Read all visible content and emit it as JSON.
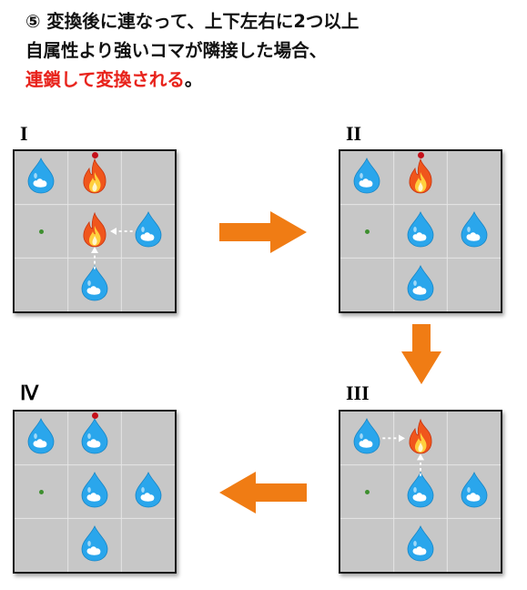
{
  "heading": {
    "line1": "⑤ 変換後に連なって、上下左右に2つ以上",
    "line2": "自属性より強いコマが隣接した場合、",
    "line3_red": "連鎖して変換される",
    "line3_tail": "。"
  },
  "colors": {
    "board_bg": "#c7c7c7",
    "grid_line": "#e6e6e6",
    "arrow": "#f07c14",
    "heading_red": "#e8221b",
    "water": "#2aa6ec",
    "fire": "#f0561c",
    "green_dot": "#3e8f2f",
    "marker": "#c4101a"
  },
  "icons": {
    "water": "water-drop-icon",
    "fire": "fire-icon"
  },
  "stages": [
    {
      "label": "I",
      "pieces": [
        {
          "row": 0,
          "col": 0,
          "type": "water"
        },
        {
          "row": 0,
          "col": 1,
          "type": "fire"
        },
        {
          "row": 1,
          "col": 1,
          "type": "fire"
        },
        {
          "row": 1,
          "col": 2,
          "type": "water"
        },
        {
          "row": 2,
          "col": 1,
          "type": "water"
        }
      ],
      "dots": [
        {
          "row": 1,
          "col": 0
        }
      ],
      "markers": [
        {
          "row": 0,
          "col": 1
        }
      ],
      "influence_arrows": [
        {
          "from": [
            1,
            2
          ],
          "to": [
            1,
            1
          ]
        },
        {
          "from": [
            2,
            1
          ],
          "to": [
            1,
            1
          ]
        }
      ]
    },
    {
      "label": "II",
      "pieces": [
        {
          "row": 0,
          "col": 0,
          "type": "water"
        },
        {
          "row": 0,
          "col": 1,
          "type": "fire"
        },
        {
          "row": 1,
          "col": 1,
          "type": "water"
        },
        {
          "row": 1,
          "col": 2,
          "type": "water"
        },
        {
          "row": 2,
          "col": 1,
          "type": "water"
        }
      ],
      "dots": [
        {
          "row": 1,
          "col": 0
        }
      ],
      "markers": [
        {
          "row": 0,
          "col": 1
        }
      ],
      "influence_arrows": []
    },
    {
      "label": "III",
      "pieces": [
        {
          "row": 0,
          "col": 0,
          "type": "water"
        },
        {
          "row": 0,
          "col": 1,
          "type": "fire"
        },
        {
          "row": 1,
          "col": 1,
          "type": "water"
        },
        {
          "row": 1,
          "col": 2,
          "type": "water"
        },
        {
          "row": 2,
          "col": 1,
          "type": "water"
        }
      ],
      "dots": [
        {
          "row": 1,
          "col": 0
        }
      ],
      "markers": [],
      "influence_arrows": [
        {
          "from": [
            0,
            0
          ],
          "to": [
            0,
            1
          ]
        },
        {
          "from": [
            1,
            1
          ],
          "to": [
            0,
            1
          ]
        }
      ]
    },
    {
      "label": "Ⅳ",
      "pieces": [
        {
          "row": 0,
          "col": 0,
          "type": "water"
        },
        {
          "row": 0,
          "col": 1,
          "type": "water"
        },
        {
          "row": 1,
          "col": 1,
          "type": "water"
        },
        {
          "row": 1,
          "col": 2,
          "type": "water"
        },
        {
          "row": 2,
          "col": 1,
          "type": "water"
        }
      ],
      "dots": [
        {
          "row": 1,
          "col": 0
        }
      ],
      "markers": [
        {
          "row": 0,
          "col": 1
        }
      ],
      "influence_arrows": []
    }
  ],
  "transitions": [
    {
      "from": "I",
      "to": "II",
      "direction": "right"
    },
    {
      "from": "II",
      "to": "III",
      "direction": "down"
    },
    {
      "from": "III",
      "to": "Ⅳ",
      "direction": "left"
    }
  ]
}
